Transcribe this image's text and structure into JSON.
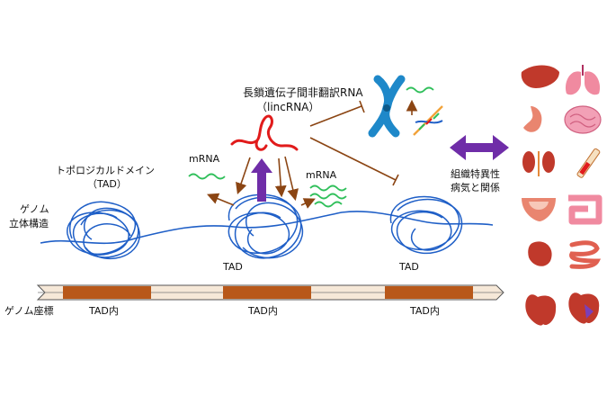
{
  "labels": {
    "lincrna_title": "長鎖遺伝子間非翻訳RNA",
    "lincrna_abbrev": "（lincRNA）",
    "tad_title": "トポロジカルドメイン",
    "tad_abbrev": "（TAD）",
    "genome_3d_line1": "ゲノム",
    "genome_3d_line2": "立体構造",
    "genome_coord": "ゲノム座標",
    "mrna_left": "mRNA",
    "mrna_right": "mRNA",
    "tad_center": "TAD",
    "tad_right": "TAD",
    "tad_inner": [
      "TAD内",
      "TAD内",
      "TAD内"
    ],
    "tissue_line1": "組織特異性",
    "tissue_line2": "病気と関係"
  },
  "colors": {
    "chromatin": "#1f5fc7",
    "rna": "#e11b1b",
    "arrow_brown": "#8b4513",
    "arrow_purple": "#6f2da8",
    "mrna_wave": "#2fbf5a",
    "bar_segment": "#b8581a",
    "bar_base": "#f6e8d8"
  },
  "organs": [
    "liver-icon",
    "lungs-icon",
    "stomach-icon",
    "brain-icon",
    "kidneys-icon",
    "syringe-icon",
    "bladder-icon",
    "intestine-icon",
    "spleen-icon",
    "small-intestine-icon",
    "heart-icon",
    "diseased-heart-icon"
  ]
}
